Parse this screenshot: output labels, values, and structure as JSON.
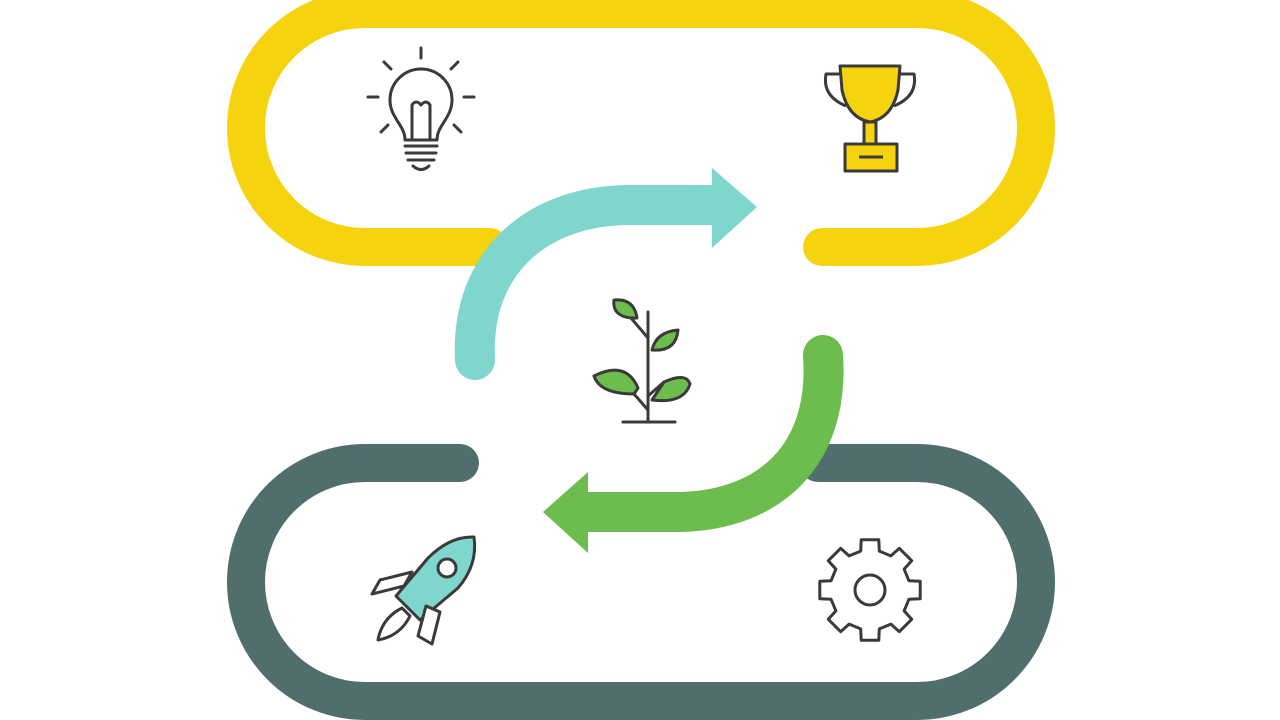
{
  "colors": {
    "background": "#ffffff",
    "top_loop": "#f5d40f",
    "bottom_loop": "#4f6e6c",
    "arrow_top": "#7fd6cc",
    "arrow_bottom": "#6cbd4e",
    "icon_line": "#3a3a3a",
    "trophy_fill": "#f5d40f",
    "leaf_fill": "#6cbd4e",
    "rocket_fill": "#7fd6cc"
  },
  "icons": {
    "top_left": "lightbulb-icon",
    "top_right": "trophy-icon",
    "center": "plant-sprout-icon",
    "bottom_left": "rocket-icon",
    "bottom_right": "gear-icon"
  },
  "arrows": [
    {
      "name": "arrow-top-right",
      "direction": "right"
    },
    {
      "name": "arrow-bottom-left",
      "direction": "left"
    }
  ]
}
